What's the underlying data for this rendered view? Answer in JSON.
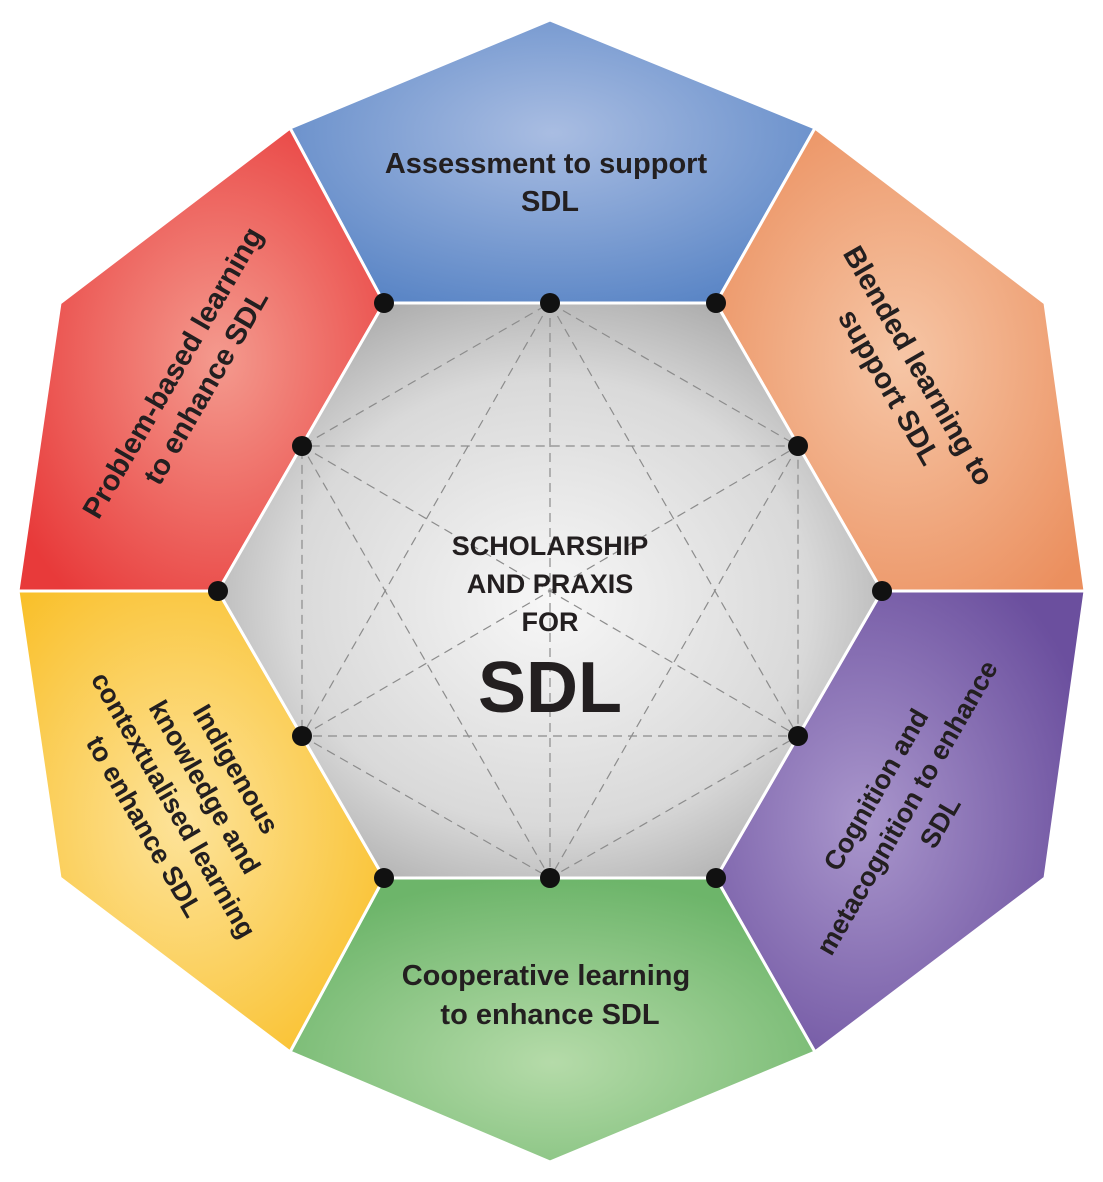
{
  "center": {
    "line1": "SCHOLARSHIP",
    "line2": "AND PRAXIS",
    "line3": "FOR",
    "big": "SDL"
  },
  "segments": [
    {
      "key": "assessment",
      "lines": [
        "Assessment to support",
        "SDL"
      ],
      "color": "#5b86c6",
      "light": "#a9bde2"
    },
    {
      "key": "blended",
      "lines": [
        "Blended learning to",
        "support SDL"
      ],
      "color": "#eb8f5e",
      "light": "#f6c6a6"
    },
    {
      "key": "cognition",
      "lines": [
        "Cognition and",
        "metacognition to enhance",
        "SDL"
      ],
      "color": "#6b4f9e",
      "light": "#a996cc"
    },
    {
      "key": "cooperative",
      "lines": [
        "Cooperative learning",
        "to enhance SDL"
      ],
      "color": "#6db56a",
      "light": "#b5dba9"
    },
    {
      "key": "indigenous",
      "lines": [
        "Indigenous",
        "knowledge and",
        "contextualised learning",
        "to enhance SDL"
      ],
      "color": "#f9c02b",
      "light": "#fde39a"
    },
    {
      "key": "problem",
      "lines": [
        "Problem-based learning",
        "to enhance SDL"
      ],
      "color": "#e83a3a",
      "light": "#f49a8e"
    }
  ],
  "colors": {
    "hexagon_center": "#f7f7f7",
    "hexagon_edge": "#a6a6a6",
    "text": "#231f20"
  }
}
